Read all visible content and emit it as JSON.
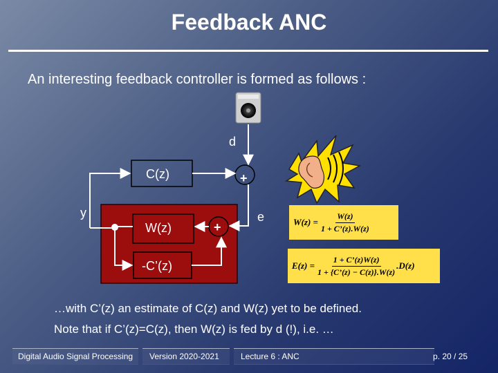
{
  "slide": {
    "title": "Feedback ANC",
    "subtitle": "An interesting feedback controller is formed as follows :"
  },
  "diagram": {
    "d_label": "d",
    "cz_label": "C(z)",
    "wz_label": "W(z)",
    "neg_cz_label": "-C’(z)",
    "y_label": "y",
    "e_label": "e",
    "plus1": "+",
    "plus2": "+",
    "block_color": "#9c0d0d",
    "equation_bg": "#ffe04a"
  },
  "equations": {
    "eq1": {
      "lhs": "W(z) =",
      "numerator": "W(z)",
      "denominator": "1 + C’(z).W(z)"
    },
    "eq2": {
      "lhs": "E(z) =",
      "numerator": "1 + C’(z)W(z)",
      "denominator": "1 + {C’(z) − C(z)}.W(z)",
      "rhs": ".D(z)"
    }
  },
  "notes": {
    "line1": "…with C’(z) an estimate of C(z) and W(z) yet to be defined.",
    "line2": "Note that if C’(z)=C(z), then W(z) is fed by d (!), i.e. …"
  },
  "footer": {
    "course": "Digital Audio Signal Processing",
    "version": "Version 2020-2021",
    "lecture": "Lecture 6 : ANC",
    "page": "p. 20 / 25"
  }
}
